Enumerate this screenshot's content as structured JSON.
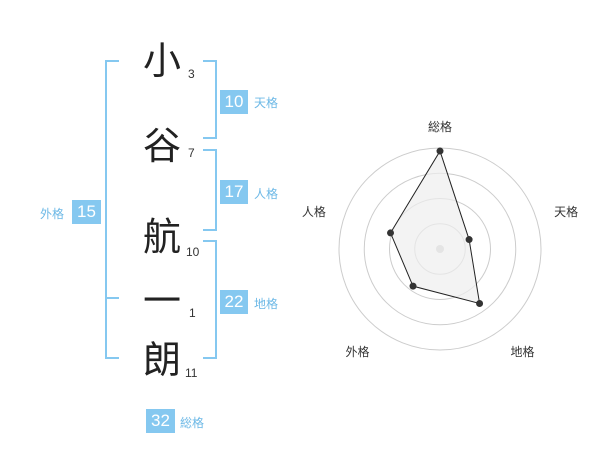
{
  "name": {
    "chars": [
      {
        "char": "小",
        "strokes": "3"
      },
      {
        "char": "谷",
        "strokes": "7"
      },
      {
        "char": "航",
        "strokes": "10"
      },
      {
        "char": "一",
        "strokes": "1"
      },
      {
        "char": "朗",
        "strokes": "11"
      }
    ]
  },
  "fortunes": {
    "tenkaku": {
      "value": "10",
      "label": "天格"
    },
    "jinkaku": {
      "value": "17",
      "label": "人格"
    },
    "chikaku": {
      "value": "22",
      "label": "地格"
    },
    "gaikaku": {
      "value": "15",
      "label": "外格"
    },
    "soukaku": {
      "value": "32",
      "label": "総格"
    }
  },
  "chart_data": {
    "type": "radar",
    "axes": [
      "総格",
      "天格",
      "地格",
      "外格",
      "人格"
    ],
    "values": [
      32,
      10,
      22,
      15,
      17
    ],
    "grid_rings": 4,
    "fill": "#eeeeee",
    "line_color": "#222222",
    "grid_color": "#cccccc"
  },
  "colors": {
    "accent": "#85c8f0",
    "label": "#6cb8e6"
  }
}
